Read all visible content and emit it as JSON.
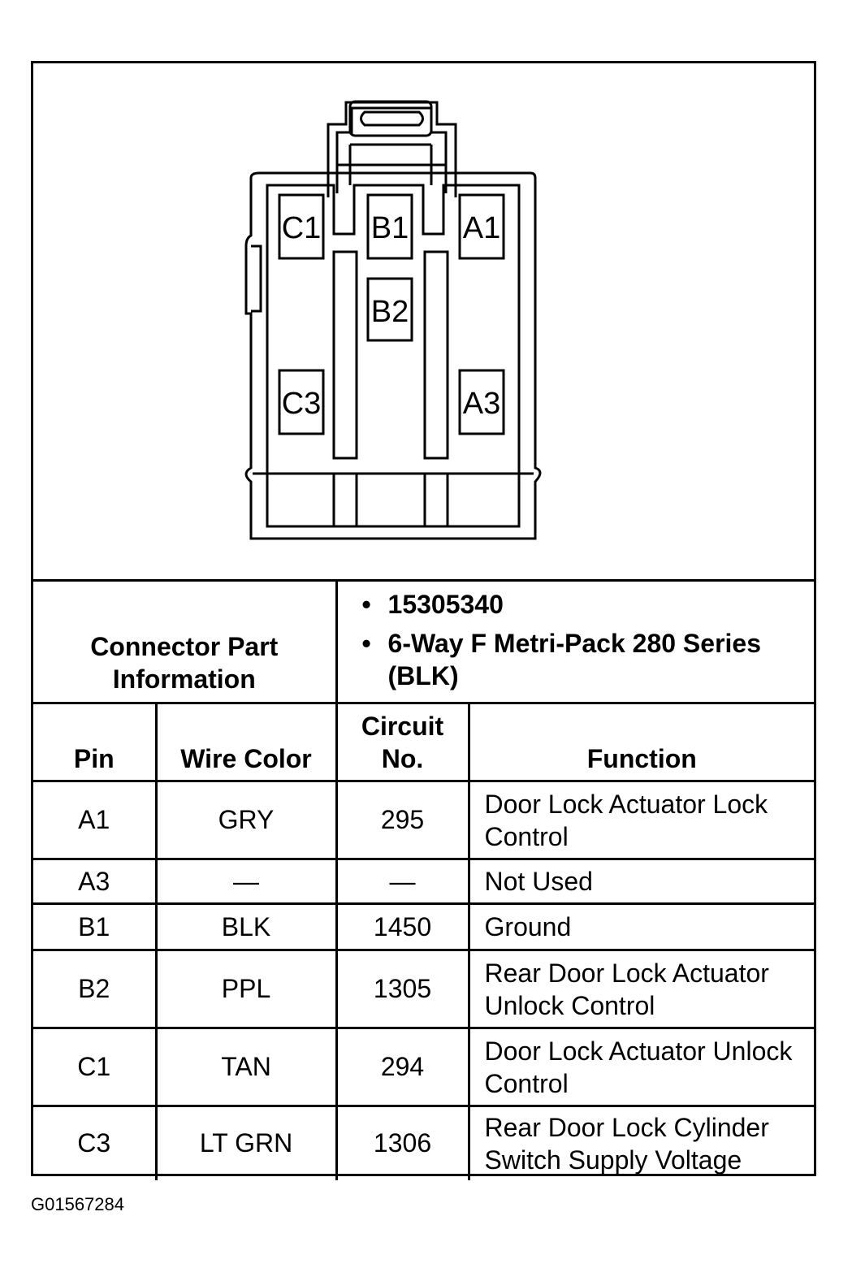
{
  "connector_info": {
    "label": "Connector Part Information",
    "bullets": [
      "15305340",
      "6-Way F Metri-Pack 280 Series (BLK)"
    ]
  },
  "pins_diagram": [
    "C1",
    "B1",
    "A1",
    "B2",
    "C3",
    "A3"
  ],
  "table": {
    "headers": {
      "pin": "Pin",
      "wire_color": "Wire Color",
      "circuit": "Circuit No.",
      "function": "Function"
    },
    "rows": [
      {
        "pin": "A1",
        "wire_color": "GRY",
        "circuit": "295",
        "function": "Door Lock Actuator Lock Control"
      },
      {
        "pin": "A3",
        "wire_color": "—",
        "circuit": "—",
        "function": "Not Used"
      },
      {
        "pin": "B1",
        "wire_color": "BLK",
        "circuit": "1450",
        "function": "Ground"
      },
      {
        "pin": "B2",
        "wire_color": "PPL",
        "circuit": "1305",
        "function": "Rear Door Lock Actuator Unlock Control"
      },
      {
        "pin": "C1",
        "wire_color": "TAN",
        "circuit": "294",
        "function": "Door Lock Actuator Unlock Control"
      },
      {
        "pin": "C3",
        "wire_color": "LT GRN",
        "circuit": "1306",
        "function": "Rear Door Lock Cylinder Switch Supply Voltage"
      }
    ]
  },
  "footer": {
    "code": "G01567284"
  }
}
